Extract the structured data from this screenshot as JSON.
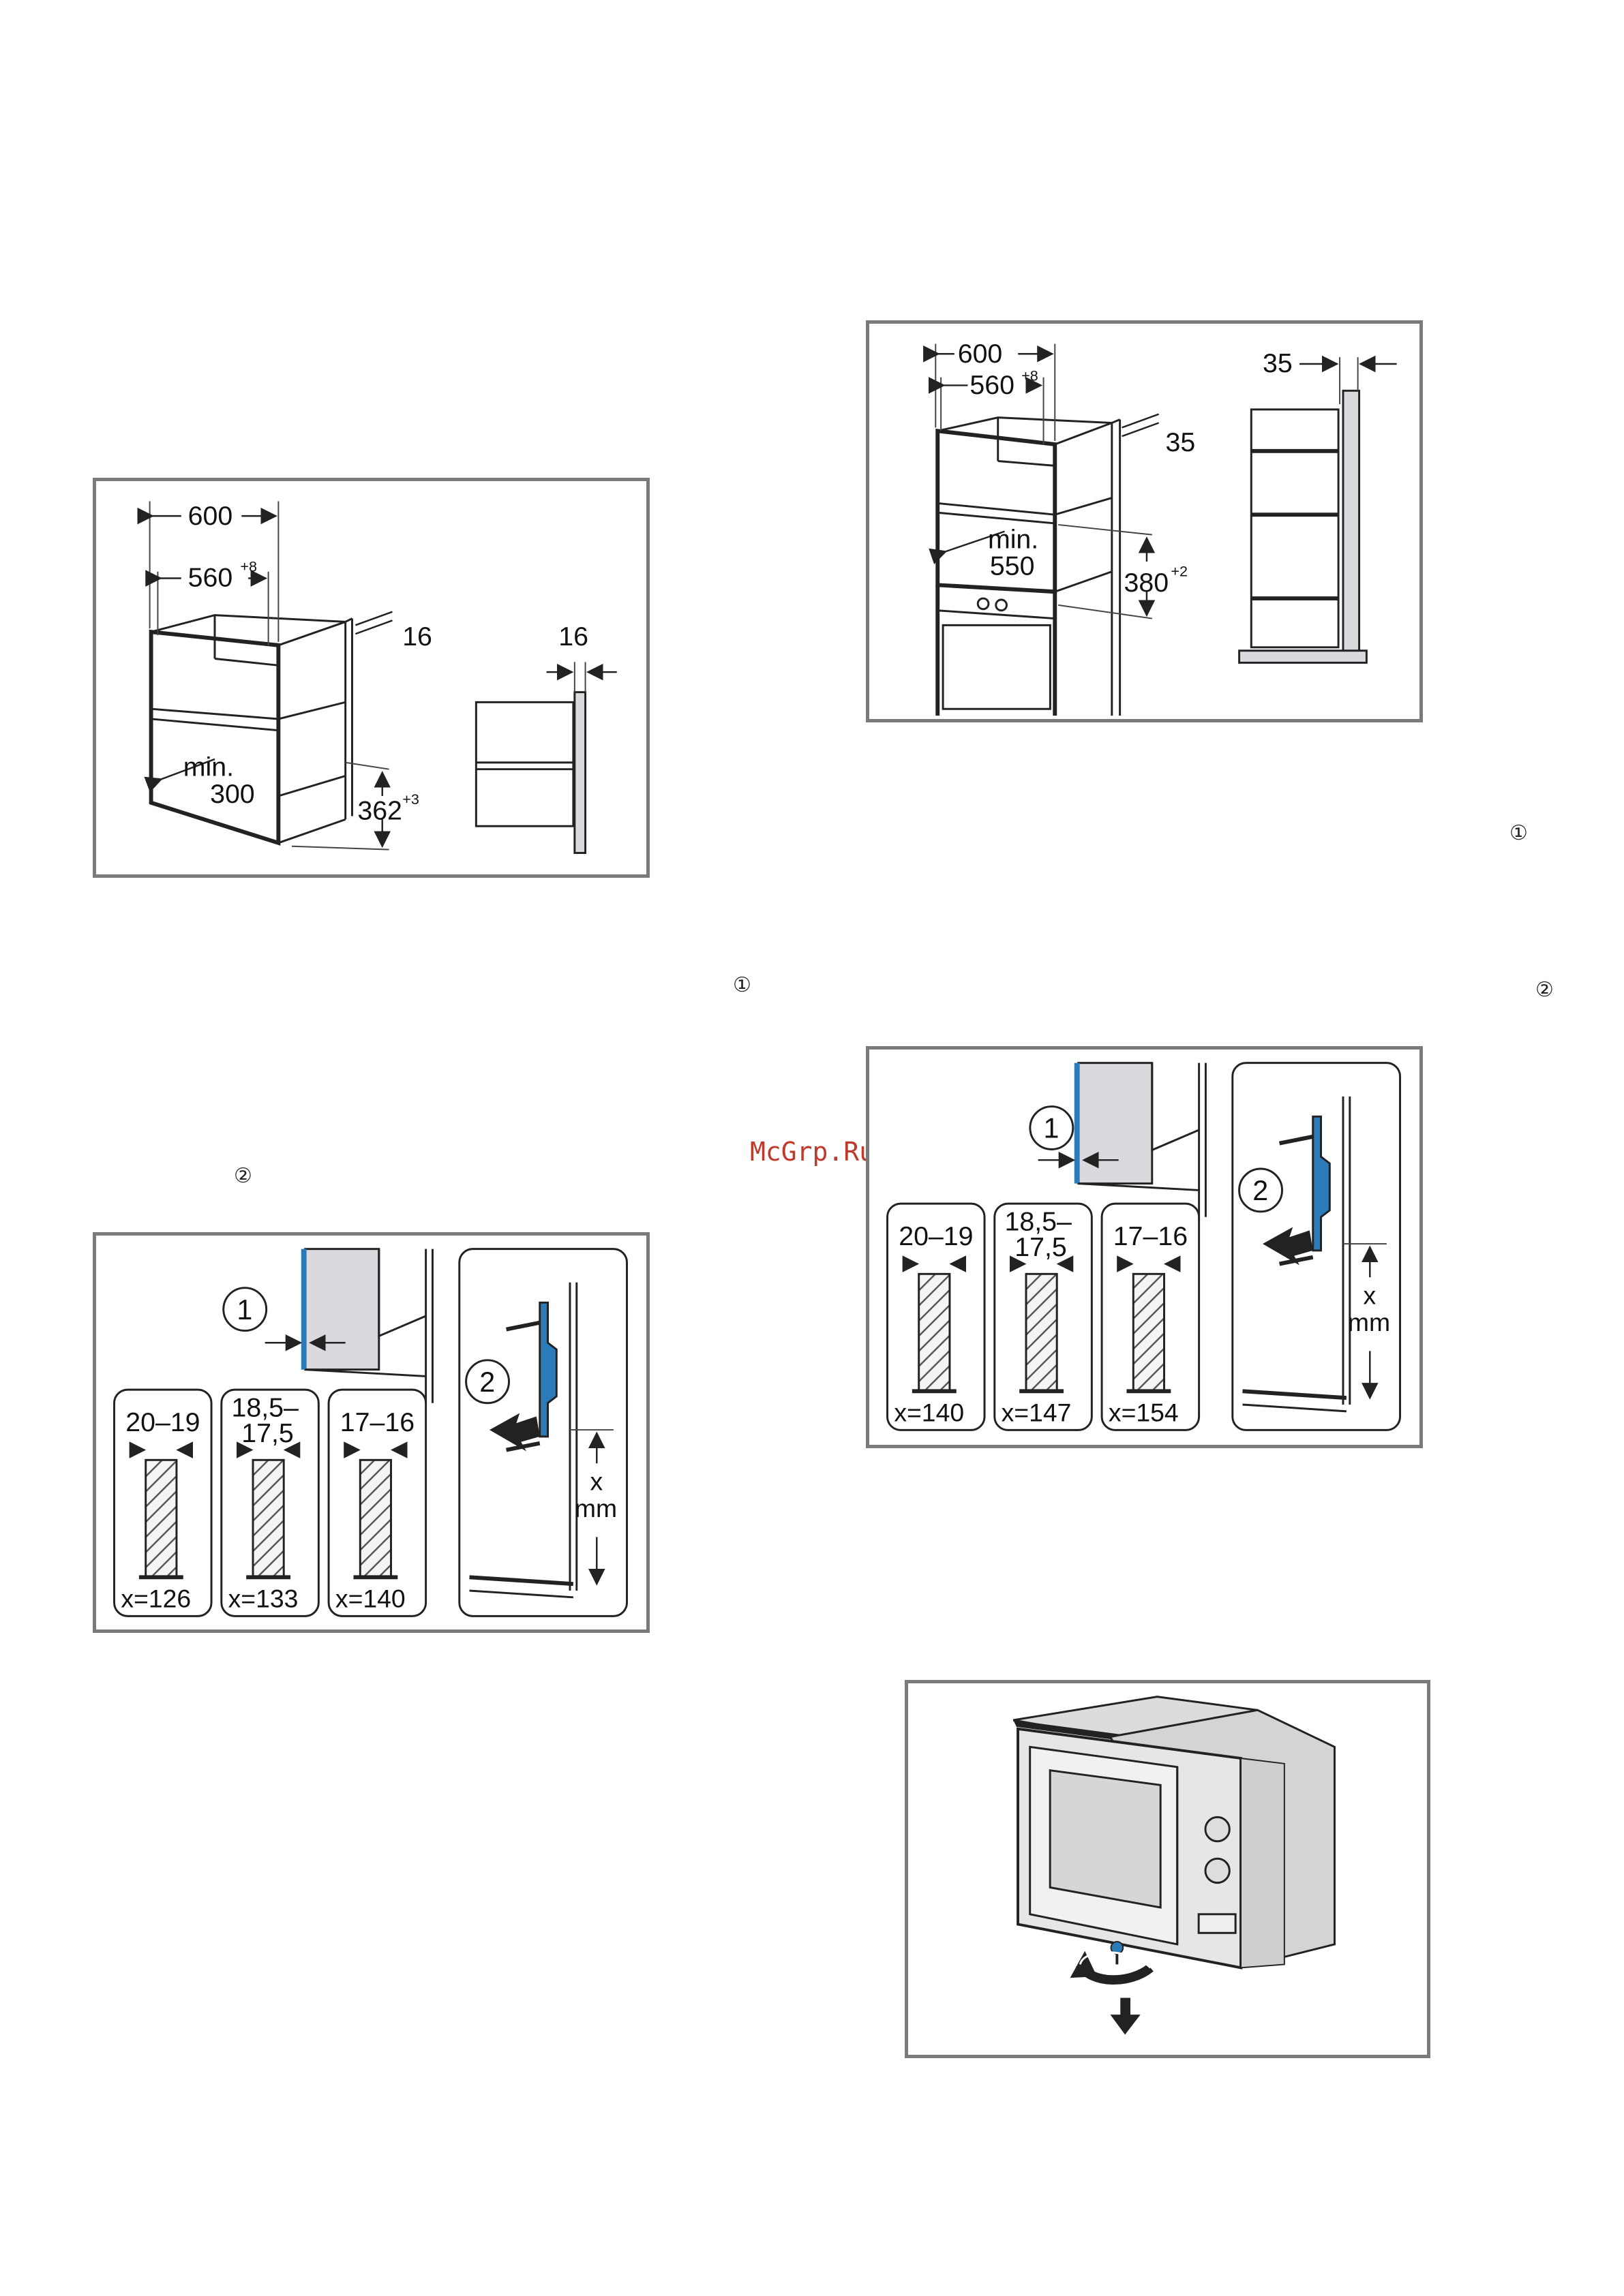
{
  "fig_cabinet_left": {
    "dim_600": "600",
    "dim_560": "560",
    "dim_560_tol": "+8",
    "dim_16_top": "16",
    "min_label": "min.",
    "min_value": "300",
    "dim_362": "362",
    "dim_362_tol": "+3",
    "side_dim_16": "16"
  },
  "fig_cabinet_right": {
    "dim_600": "600",
    "dim_560": "560",
    "dim_560_tol": "+8",
    "dim_35_top": "35",
    "min_label": "min.",
    "min_value": "550",
    "dim_380": "380",
    "dim_380_tol": "+2",
    "side_dim_35": "35"
  },
  "markers": {
    "left_step1": "①",
    "left_step2": "②",
    "right_step1": "①",
    "right_step2": "②"
  },
  "watermark": "McGrp.Ru",
  "fig_spacer_left": {
    "callout_1": "1",
    "callout_2": "2",
    "x_label": "x",
    "mm_label": "mm",
    "panels": [
      {
        "range_line1": "20–19",
        "range_line2": "",
        "x": "x=126"
      },
      {
        "range_line1": "18,5–",
        "range_line2": "17,5",
        "x": "x=133"
      },
      {
        "range_line1": "17–16",
        "range_line2": "",
        "x": "x=140"
      }
    ]
  },
  "fig_spacer_right": {
    "callout_1": "1",
    "callout_2": "2",
    "x_label": "x",
    "mm_label": "mm",
    "panels": [
      {
        "range_line1": "20–19",
        "range_line2": "",
        "x": "x=140"
      },
      {
        "range_line1": "18,5–",
        "range_line2": "17,5",
        "x": "x=147"
      },
      {
        "range_line1": "17–16",
        "range_line2": "",
        "x": "x=154"
      }
    ]
  }
}
